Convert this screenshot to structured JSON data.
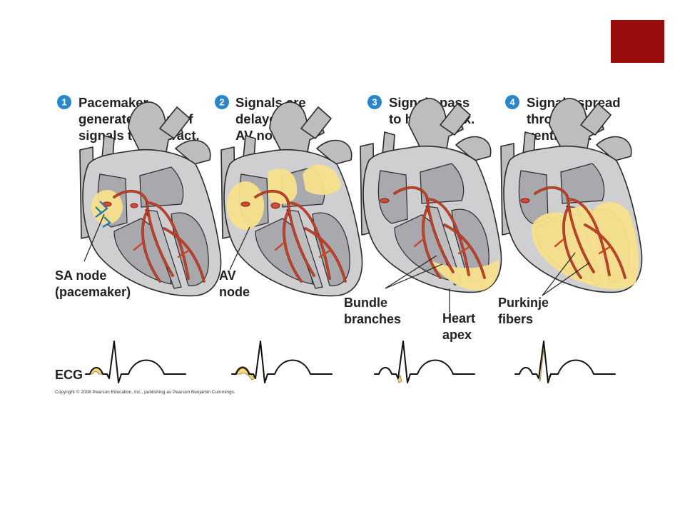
{
  "colors": {
    "accent_block": "#9b0c0c",
    "step_badge": "#2a86c8",
    "signal": "#f7e08c",
    "conduction": "#c9432a",
    "heart": "#cfcfd1"
  },
  "steps": [
    {
      "number": "1",
      "title_lines": [
        "Pacemaker",
        "generates wave of",
        "signals to contract."
      ]
    },
    {
      "number": "2",
      "title_lines": [
        "Signals are",
        "delayed at",
        "AV node."
      ]
    },
    {
      "number": "3",
      "title_lines": [
        "Signals pass",
        "to heart apex."
      ]
    },
    {
      "number": "4",
      "title_lines": [
        "Signals spread",
        "throughout",
        "ventricles."
      ]
    }
  ],
  "labels": {
    "sa_node": [
      "SA node",
      "(pacemaker)"
    ],
    "av_node": [
      "AV",
      "node"
    ],
    "bundle_branches": [
      "Bundle",
      "branches"
    ],
    "heart_apex": [
      "Heart",
      "apex"
    ],
    "purkinje_fibers": [
      "Purkinje",
      "fibers"
    ]
  },
  "ecg_label": "ECG",
  "copyright": "Copyright © 2008 Pearson Education, Inc., publishing as Pearson Benjamin Cummings."
}
